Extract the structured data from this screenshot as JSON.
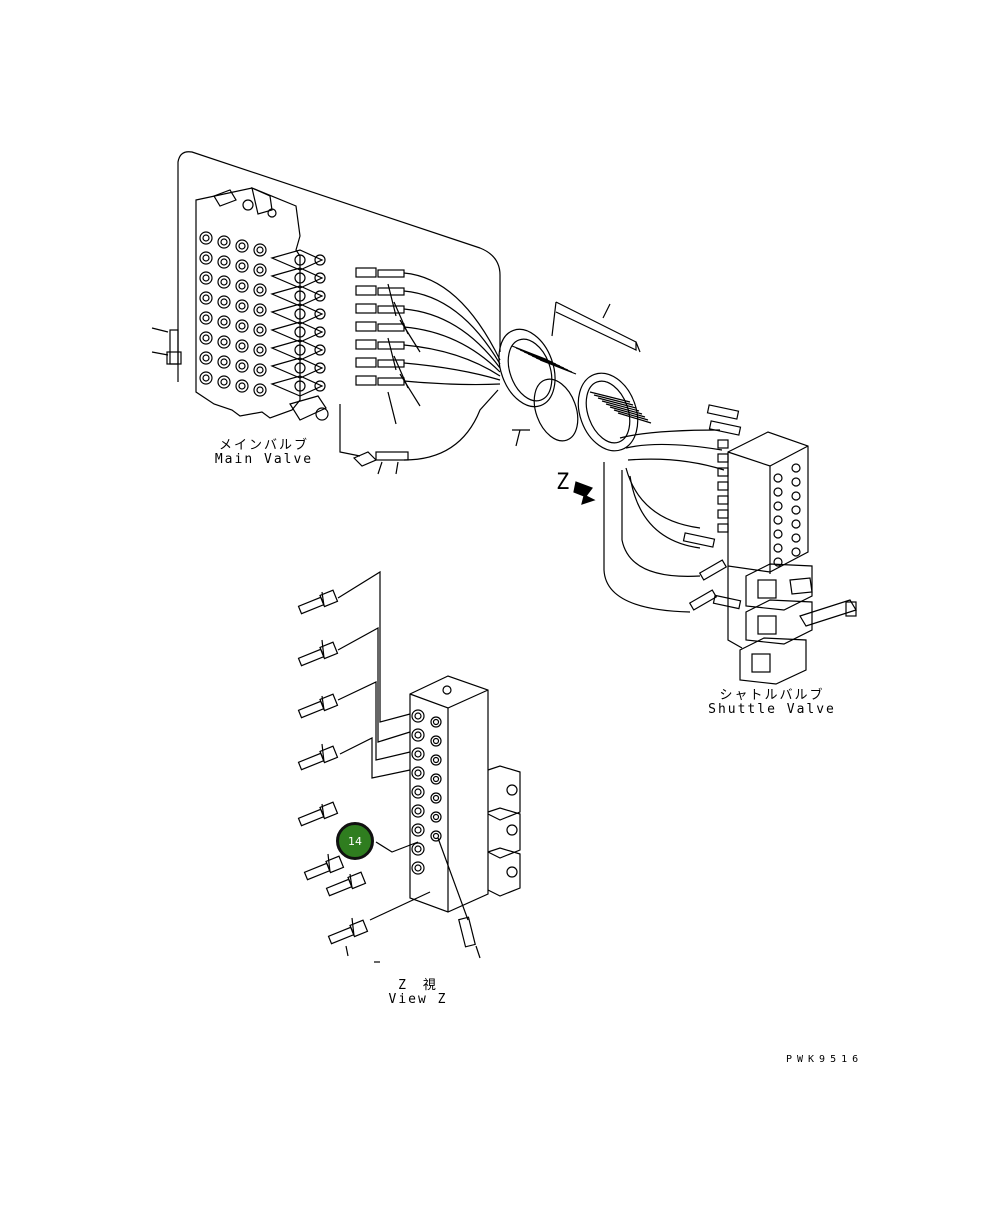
{
  "labels": {
    "main_valve_jp": "メインバルブ",
    "main_valve_en": "Main Valve",
    "shuttle_valve_jp": "シャトルバルブ",
    "shuttle_valve_en": "Shuttle Valve",
    "view_jp": "Z　視",
    "view_en": "View Z",
    "z_marker": "Z",
    "drawing_code": "PWK9516"
  },
  "callouts": [
    {
      "number": "14",
      "color": "#2f7d1f"
    }
  ],
  "colors": {
    "line": "#000000",
    "callout_fill": "#2f7d1f"
  }
}
